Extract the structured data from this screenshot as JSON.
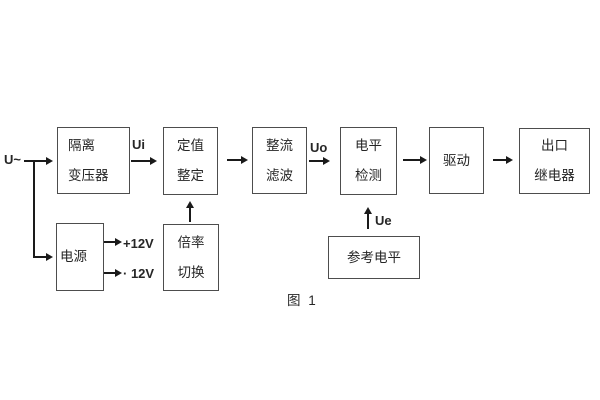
{
  "diagram": {
    "caption": "图 1",
    "blocks": {
      "isolation_transformer": {
        "line1": "隔离",
        "line2": "变压器"
      },
      "setpoint_adjust": {
        "line1": "定值",
        "line2": "整定"
      },
      "rectifier_filter": {
        "line1": "整流",
        "line2": "滤波"
      },
      "level_detect": {
        "line1": "电平",
        "line2": "检测"
      },
      "drive": {
        "line1": "驱动"
      },
      "output_relay": {
        "line1": "出口",
        "line2": "继电器"
      },
      "power_supply": {
        "line1": "电源"
      },
      "ratio_switch": {
        "line1": "倍率",
        "line2": "切换"
      },
      "reference_level": {
        "line1": "参考电平"
      }
    },
    "signals": {
      "input": "U~",
      "ui": "Ui",
      "uo": "Uo",
      "ue": "Ue",
      "plus_rail": "+12V",
      "minus_rail": "· 12V"
    },
    "colors": {
      "background": "#ffffff",
      "box_border": "#4d4d4d",
      "wire": "#1a1a1a",
      "text": "#262626"
    }
  }
}
